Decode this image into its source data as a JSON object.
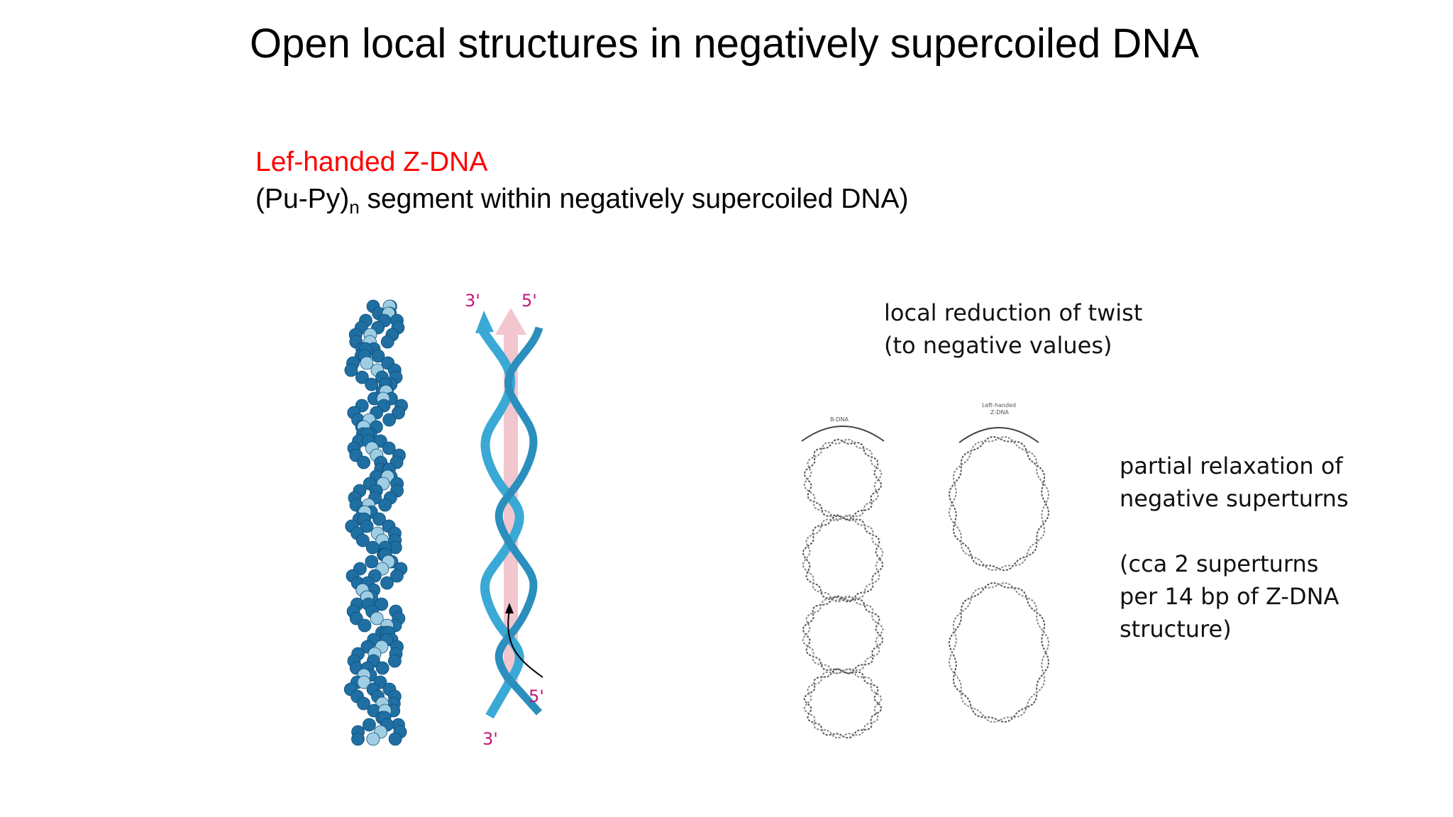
{
  "slide": {
    "title": "Open local structures in negatively supercoiled DNA",
    "subtitle_red": "Lef-handed Z-DNA",
    "subtitle_line2_pre": "(Pu-Py)",
    "subtitle_line2_sub": "n",
    "subtitle_line2_post": " segment within negatively supercoiled DNA)"
  },
  "notes": {
    "twist_line1": "local reduction of twist",
    "twist_line2": "(to negative values)",
    "relax_line1": "partial relaxation of",
    "relax_line2": "negative superturns",
    "count_line1": "(cca 2 superturns",
    "count_line2": "per 14 bp of Z-DNA",
    "count_line3": "structure)"
  },
  "figure_left": {
    "label_top_left": "3'",
    "label_top_right": "5'",
    "label_bottom_right": "5'",
    "label_bottom_left": "3'",
    "colors": {
      "dark_blue": "#1f6fa3",
      "light_blue": "#9fcde3",
      "ribbon": "#3aa9d6",
      "arrow": "#f2c6cf",
      "label": "#c2187a"
    }
  },
  "figure_right": {
    "label_left": "B-DNA",
    "label_right_line1": "Left-handed",
    "label_right_line2": "Z-DNA"
  }
}
